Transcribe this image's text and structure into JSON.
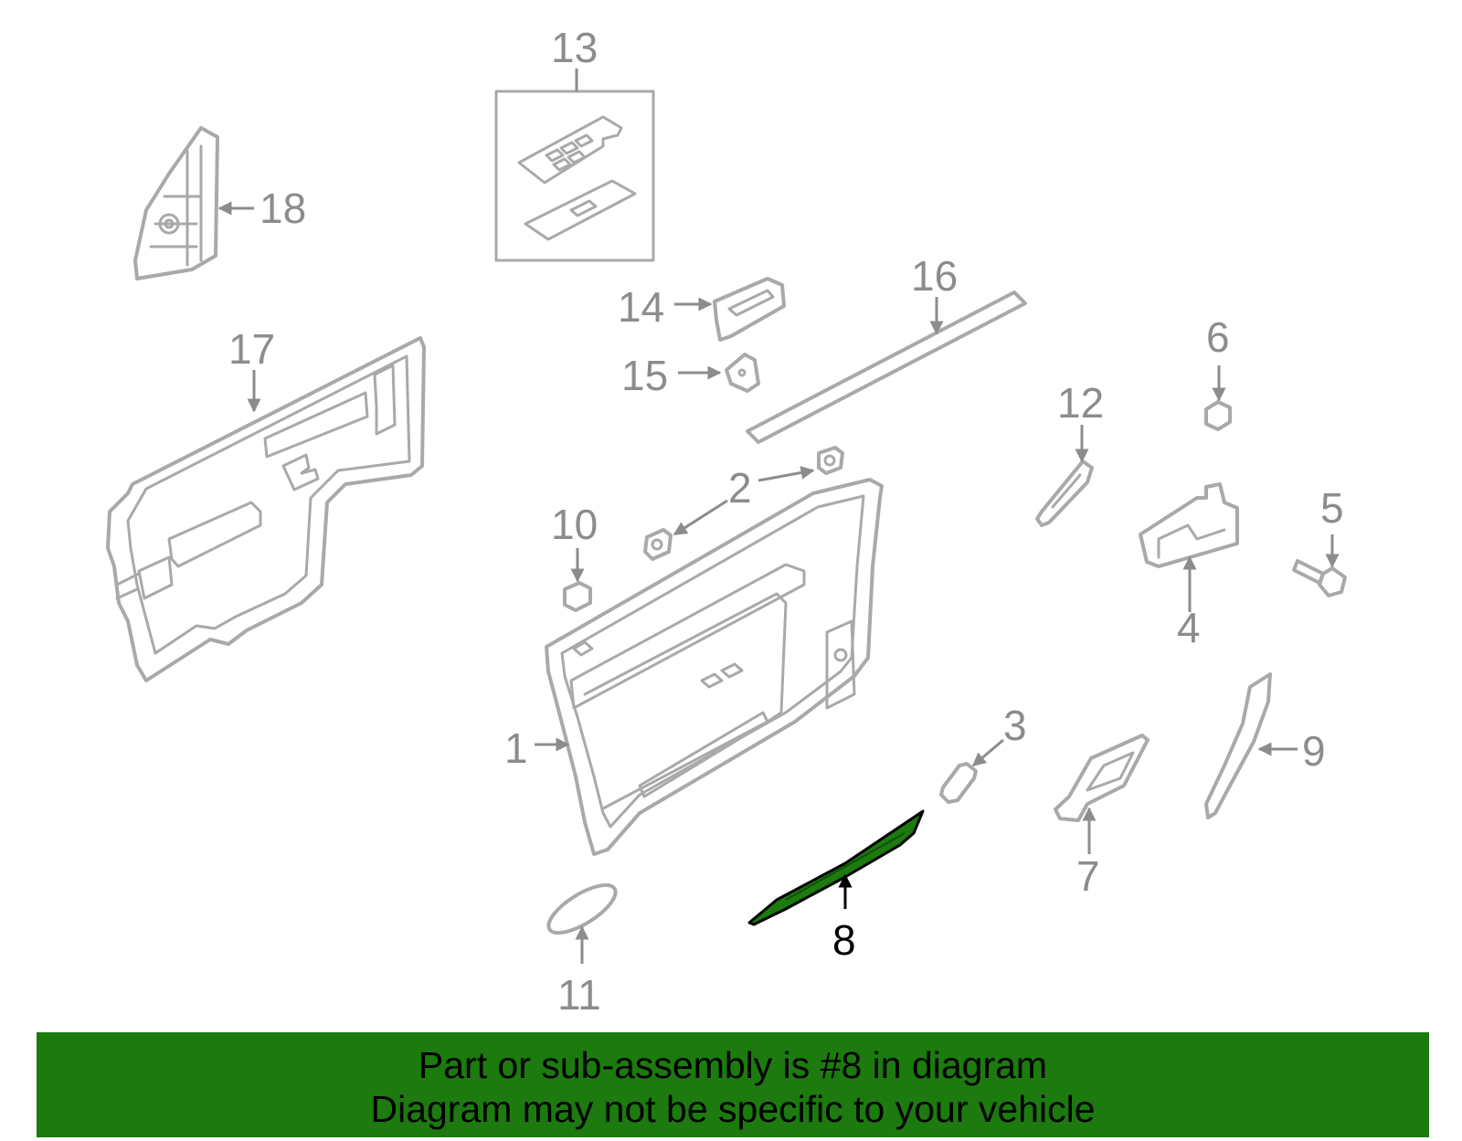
{
  "diagram": {
    "callouts": {
      "c1": "1",
      "c2": "2",
      "c3": "3",
      "c4": "4",
      "c5": "5",
      "c6": "6",
      "c7": "7",
      "c8": "8",
      "c9": "9",
      "c10": "10",
      "c11": "11",
      "c12": "12",
      "c13": "13",
      "c14": "14",
      "c15": "15",
      "c16": "16",
      "c17": "17",
      "c18": "18"
    },
    "highlighted_part": "8",
    "colors": {
      "part_stroke": "#a9a9a9",
      "callout_text": "#8c8c8c",
      "highlight_fill": "#1c7a0f",
      "highlight_text": "#000000",
      "banner_background": "#1c7a0f"
    }
  },
  "banner": {
    "line1": "Part or sub-assembly is #8 in diagram",
    "line2": "Diagram may not be specific to your vehicle"
  }
}
